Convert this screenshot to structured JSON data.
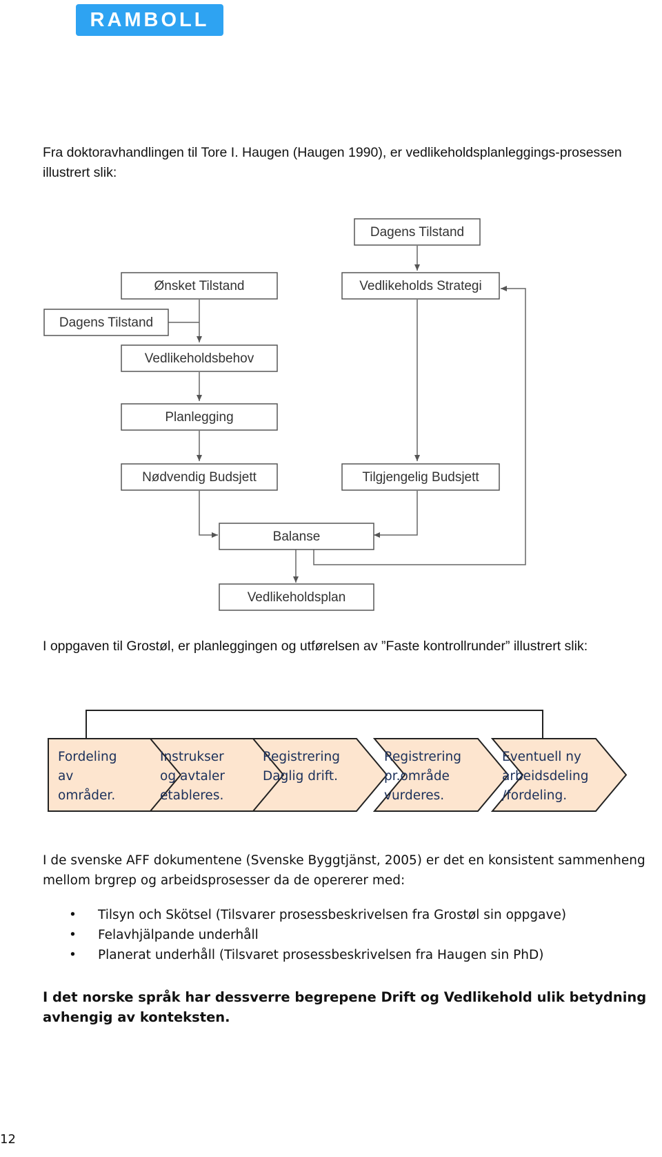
{
  "logo": {
    "text": "RAMBOLL"
  },
  "intro": "Fra doktoravhandlingen til Tore I. Haugen (Haugen 1990), er vedlikeholdsplanleggings-prosessen illustrert slik:",
  "flowchart": {
    "boxes": {
      "dagens_top": "Dagens Tilstand",
      "onsket": "Ønsket Tilstand",
      "strategi": "Vedlikeholds Strategi",
      "dagens_left": "Dagens Tilstand",
      "behov": "Vedlikeholdsbehov",
      "planlegging": "Planlegging",
      "nodvendig": "Nødvendig Budsjett",
      "tilgjengelig": "Tilgjengelig Budsjett",
      "balanse": "Balanse",
      "plan": "Vedlikeholdsplan"
    }
  },
  "second_intro": "I oppgaven til Grostøl, er planleggingen og utførelsen av ”Faste kontrollrunder” illustrert slik:",
  "process": {
    "steps": [
      {
        "lines": [
          "Fordeling",
          "av",
          "områder."
        ]
      },
      {
        "lines": [
          "Instrukser",
          "og avtaler",
          "etableres."
        ]
      },
      {
        "lines": [
          "Registrering",
          "Daglig drift."
        ]
      },
      {
        "lines": [
          "Registrering",
          "pr.område",
          "vurderes."
        ]
      },
      {
        "lines": [
          "Eventuell ny",
          "arbeidsdeling",
          "/fordeling."
        ]
      }
    ],
    "colors": {
      "fill": "#fde5cf",
      "text": "#1a2f5a"
    }
  },
  "swedish_para": "I de svenske AFF dokumentene (Svenske Byggtjänst, 2005) er det en konsistent sammenheng mellom brgrep og arbeidsprosesser da de opererer med:",
  "bullets": [
    "Tilsyn och Skötsel (Tilsvarer prosessbeskrivelsen fra Grostøl sin oppgave)",
    "Felavhjälpande underhåll",
    "Planerat underhåll (Tilsvaret prosessbeskrivelsen fra Haugen sin PhD)"
  ],
  "conclusion": "I det norske språk har dessverre begrepene Drift og Vedlikehold ulik betydning avhengig av konteksten.",
  "page_number": "12",
  "colors": {
    "logo": "#2ea3f2"
  }
}
